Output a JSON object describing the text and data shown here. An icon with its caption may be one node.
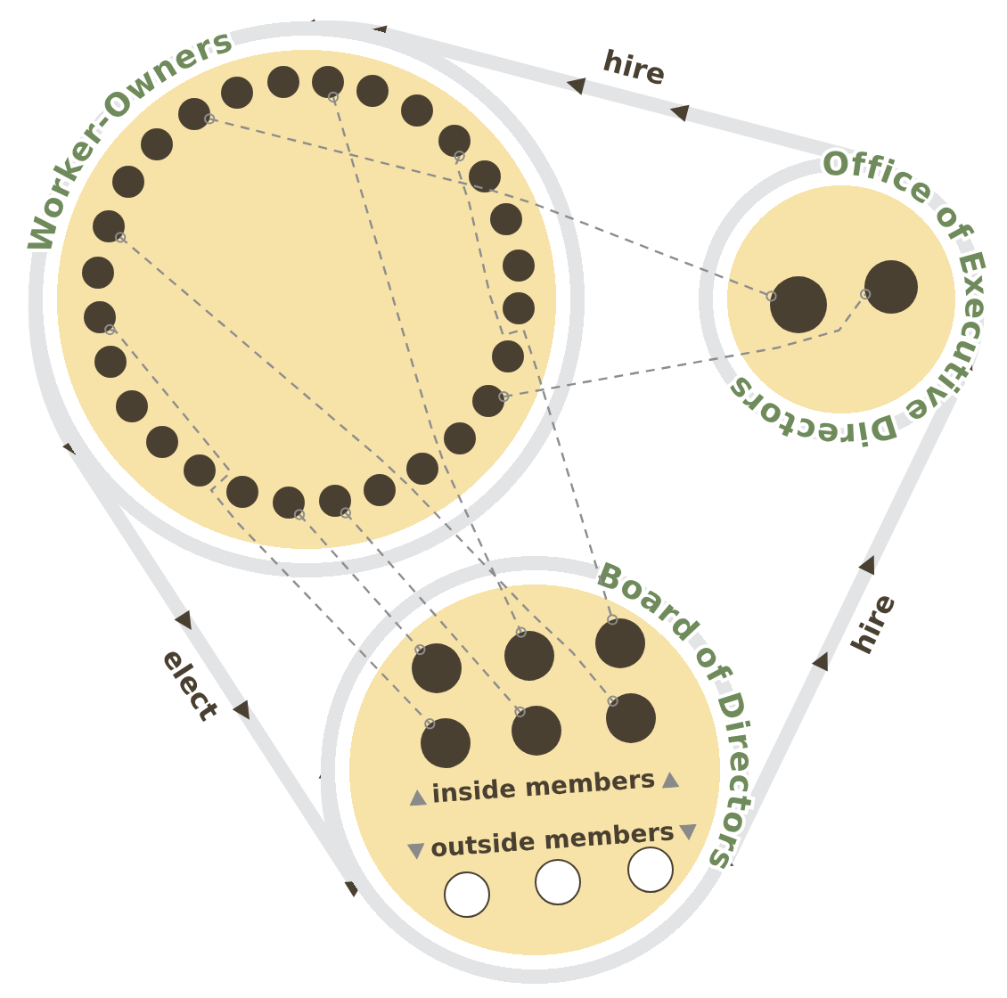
{
  "diagram": {
    "nodes": [
      {
        "text": [
          "Worker-Owners"
        ]
      },
      {
        "text": [],
        "shape": "circle",
        "in": 0
      },
      {
        "text": [],
        "shape": "circle",
        "in": 0
      },
      {
        "text": [],
        "shape": "circle",
        "in": 0
      },
      {
        "text": [],
        "shape": "circle",
        "in": 0
      },
      {
        "text": [],
        "shape": "circle",
        "in": 0
      },
      {
        "text": [],
        "shape": "circle",
        "in": 0
      },
      {
        "text": [],
        "shape": "circle",
        "in": 0
      },
      {
        "text": [],
        "shape": "circle",
        "in": 0
      },
      {
        "text": [],
        "shape": "circle",
        "in": 0
      },
      {
        "text": [],
        "shape": "circle",
        "in": 0
      },
      {
        "text": [],
        "shape": "circle",
        "in": 0
      },
      {
        "text": [],
        "shape": "circle",
        "in": 0
      },
      {
        "text": [],
        "shape": "circle",
        "in": 0
      },
      {
        "text": [],
        "shape": "circle",
        "in": 0
      },
      {
        "text": [],
        "shape": "circle",
        "in": 0
      },
      {
        "text": [],
        "shape": "circle",
        "in": 0
      },
      {
        "text": [],
        "shape": "circle",
        "in": 0
      },
      {
        "text": [],
        "shape": "circle",
        "in": 0
      },
      {
        "text": [],
        "shape": "circle",
        "in": 0
      },
      {
        "text": [],
        "shape": "circle",
        "in": 0
      },
      {
        "text": [],
        "shape": "circle",
        "in": 0
      },
      {
        "text": [],
        "shape": "circle",
        "in": 0
      },
      {
        "text": [],
        "shape": "circle",
        "in": 0
      },
      {
        "text": [],
        "shape": "circle",
        "in": 0
      },
      {
        "text": [],
        "shape": "circle",
        "in": 0
      },
      {
        "text": [],
        "shape": "circle",
        "in": 0
      },
      {
        "text": [],
        "shape": "circle",
        "in": 0
      },
      {
        "text": [],
        "shape": "circle",
        "in": 0
      },
      {
        "text": [
          "Office of Executive Directors"
        ]
      },
      {
        "text": [],
        "shape": "circle",
        "in": 29
      },
      {
        "text": [],
        "shape": "circle",
        "in": 29
      },
      {
        "text": [
          "Board of Directors"
        ]
      },
      {
        "text": [],
        "shape": "circle",
        "in": 32
      },
      {
        "text": [],
        "shape": "circle",
        "in": 32
      },
      {
        "text": [],
        "shape": "circle",
        "in": 32
      },
      {
        "text": [],
        "shape": "circle",
        "in": 32
      },
      {
        "text": [],
        "shape": "circle",
        "in": 32
      },
      {
        "text": [],
        "shape": "circle",
        "in": 32
      },
      {
        "text": [],
        "shape": "circle",
        "in": 32
      },
      {
        "text": [],
        "shape": "circle",
        "in": 32
      },
      {
        "text": [],
        "shape": "circle",
        "in": 32
      }
    ],
    "edges": [
      {
        "from": 29,
        "to": 0,
        "arrow": "to",
        "label": "hire",
        "style": "thick",
        "color": "#e3e4e6"
      },
      {
        "from": 32,
        "to": 29,
        "arrow": "to",
        "label": "hire",
        "style": "thick",
        "color": "#e3e4e6"
      },
      {
        "from": 0,
        "to": 32,
        "arrow": "to",
        "label": "elect",
        "style": "thick",
        "color": "#e3e4e6"
      },
      {
        "from": 27,
        "to": 30,
        "arrow": "other",
        "style": "dashed"
      },
      {
        "from": 11,
        "to": 31,
        "arrow": "other",
        "style": "dashed"
      },
      {
        "from": 22,
        "to": 36,
        "arrow": "other",
        "style": "dashed"
      },
      {
        "from": 24,
        "to": 38,
        "arrow": "other",
        "style": "dashed"
      },
      {
        "from": 16,
        "to": 33,
        "arrow": "other",
        "style": "dashed"
      },
      {
        "from": 15,
        "to": 37,
        "arrow": "other",
        "style": "dashed"
      },
      {
        "from": 2,
        "to": 34,
        "arrow": "other",
        "style": "dashed"
      },
      {
        "from": 5,
        "to": 35,
        "arrow": "other",
        "style": "dashed"
      }
    ],
    "labels": [
      "inside members",
      "outside members"
    ]
  }
}
